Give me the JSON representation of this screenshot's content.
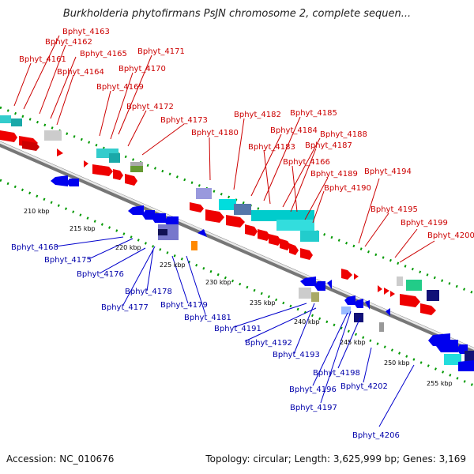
{
  "title": "Burkholderia phytofirmans PsJN chromosome 2, complete sequen...",
  "footer": {
    "accession": "Accession: NC_010676",
    "topology": "Topology: circular; Length: 3,625,999 bp; Genes: 3,169"
  },
  "colors": {
    "forward_label": "#cc0000",
    "reverse_label": "#0000aa",
    "backbone": "#888888",
    "tick": "#009900"
  },
  "kbp_ticks": [
    "210 kbp",
    "215 kbp",
    "220 kbp",
    "225 kbp",
    "230 kbp",
    "235 kbp",
    "240 kbp",
    "245 kbp",
    "250 kbp",
    "255 kbp"
  ],
  "forward_genes": [
    "Bphyt_4163",
    "Bphyt_4162",
    "Bphyt_4165",
    "Bphyt_4171",
    "Bphyt_4161",
    "Bphyt_4164",
    "Bphyt_4170",
    "Bphyt_4169",
    "Bphyt_4172",
    "Bphyt_4173",
    "Bphyt_4182",
    "Bphyt_4185",
    "Bphyt_4180",
    "Bphyt_4184",
    "Bphyt_4188",
    "Bphyt_4183",
    "Bphyt_4187",
    "Bphyt_4166",
    "Bphyt_4189",
    "Bphyt_4194",
    "Bphyt_4190",
    "Bphyt_4195",
    "Bphyt_4199",
    "Bphyt_4200"
  ],
  "reverse_genes": [
    "Bphyt_4168",
    "Bphyt_4175",
    "Bphyt_4176",
    "Bphyt_4178",
    "Bphyt_4177",
    "Bphyt_4179",
    "Bphyt_4181",
    "Bphyt_4191",
    "Bphyt_4192",
    "Bphyt_4193",
    "Bphyt_4198",
    "Bphyt_4196",
    "Bphyt_4202",
    "Bphyt_4197",
    "Bphyt_4206"
  ]
}
